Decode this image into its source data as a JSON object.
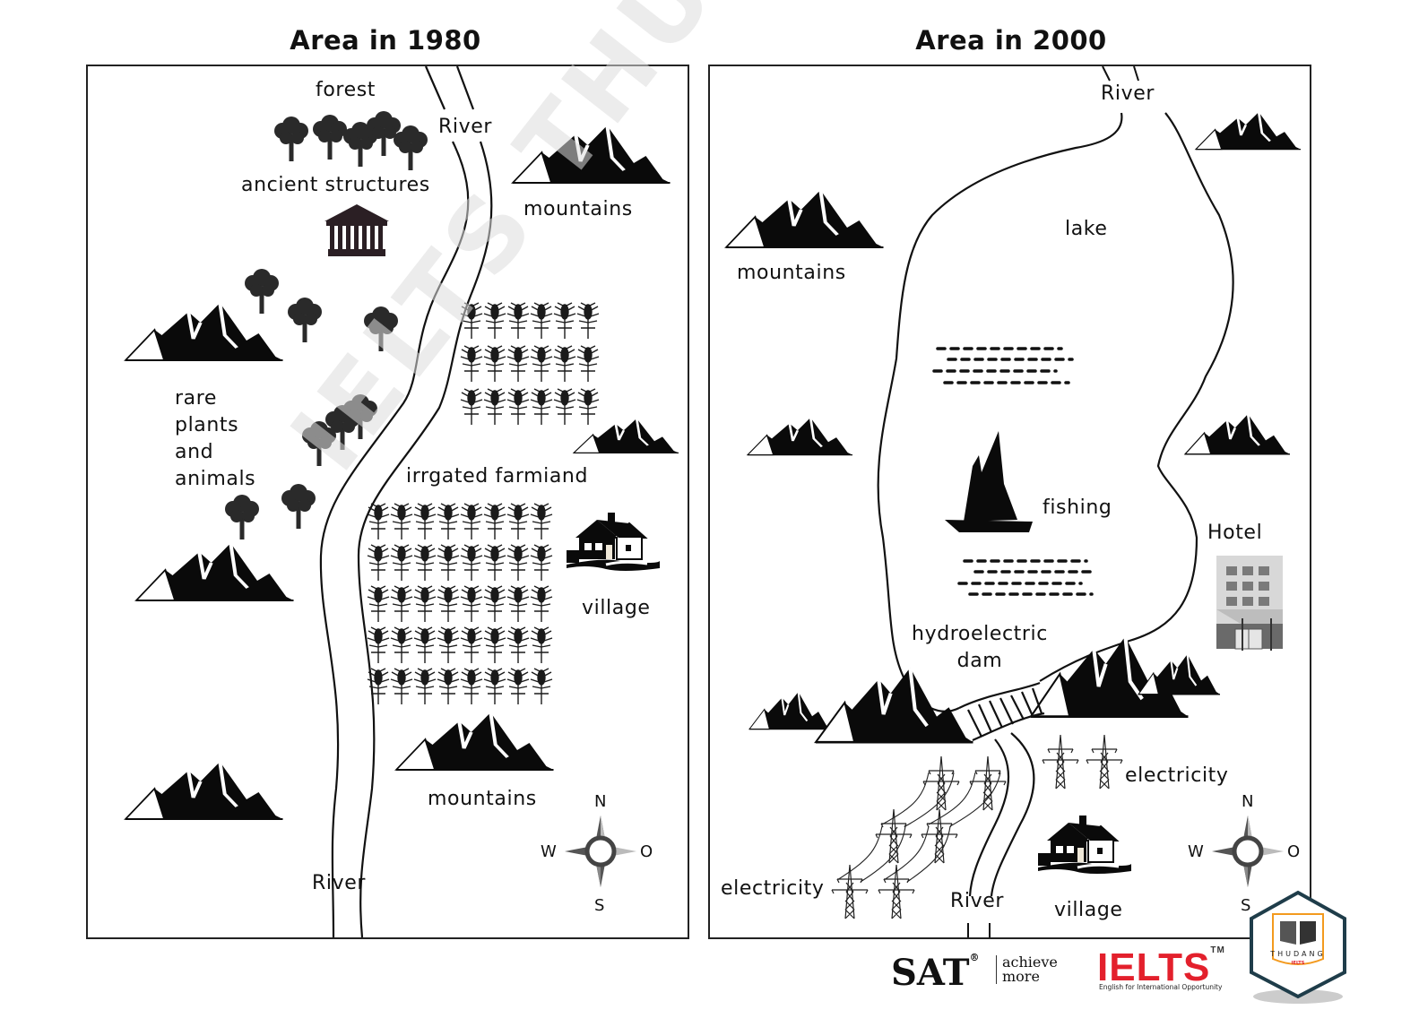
{
  "maps": {
    "left": {
      "title": "Area in 1980",
      "labels": {
        "forest": "forest",
        "river_top": "River",
        "ancient_structures": "ancient structures",
        "mountains_top": "mountains",
        "rare_plants": "rare plants and animals",
        "farmland": "irrgated farmiand",
        "village": "village",
        "mountains_bottom": "mountains",
        "river_bottom": "River"
      },
      "compass": {
        "n": "N",
        "w": "W",
        "e": "O",
        "s": "S"
      }
    },
    "right": {
      "title": "Area in 2000",
      "labels": {
        "river_top": "River",
        "lake": "lake",
        "mountains": "mountains",
        "fishing": "fishing",
        "hotel": "Hotel",
        "dam": "hydroelectric dam",
        "electricity_right": "electricity",
        "electricity_left": "electricity",
        "river_bottom": "River",
        "village": "village"
      },
      "compass": {
        "n": "N",
        "w": "W",
        "e": "O",
        "s": "S"
      }
    }
  },
  "watermark": "IELTS THU ĐẠNG",
  "logos": {
    "sat": "SAT",
    "sat_reg": "®",
    "sat_tagline_1": "achieve",
    "sat_tagline_2": "more",
    "ielts": "IELTS",
    "ielts_tm": "TM",
    "ielts_tagline": "English for International Opportunity",
    "badge_name": "THUDANG",
    "badge_sub": "IELTS"
  },
  "colors": {
    "ink": "#111111",
    "temple": "#2b1f24",
    "ielts_red": "#e3202c",
    "badge_border": "#1f3d4a",
    "badge_orange": "#f39a1e"
  }
}
